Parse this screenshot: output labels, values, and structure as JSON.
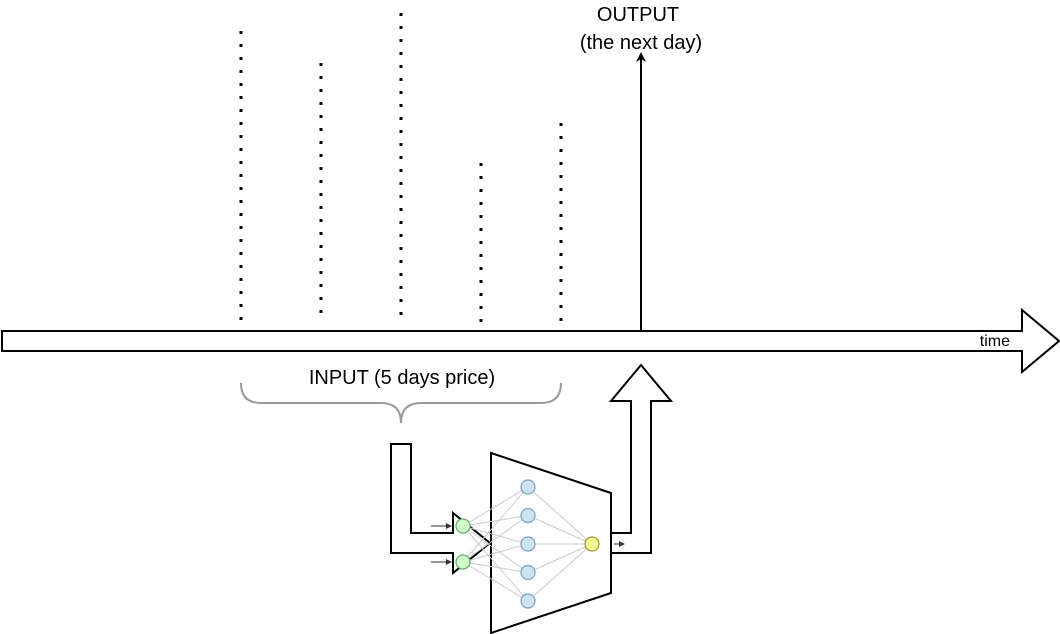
{
  "labels": {
    "output_line1": "OUTPUT",
    "output_line2": "(the next day)",
    "input": "INPUT (5 days price)",
    "time": "time"
  },
  "colors": {
    "stroke": "#000000",
    "brace": "#999999",
    "input_node_fill": "#ccffcc",
    "input_node_stroke": "#66aa66",
    "hidden_node_fill": "#cce5f6",
    "hidden_node_stroke": "#7a9fb8",
    "output_node_fill": "#ffff99",
    "output_node_stroke": "#999933",
    "connection": "#cccccc"
  },
  "neural_network": {
    "input_nodes": 2,
    "hidden_nodes": 5,
    "output_nodes": 1
  }
}
